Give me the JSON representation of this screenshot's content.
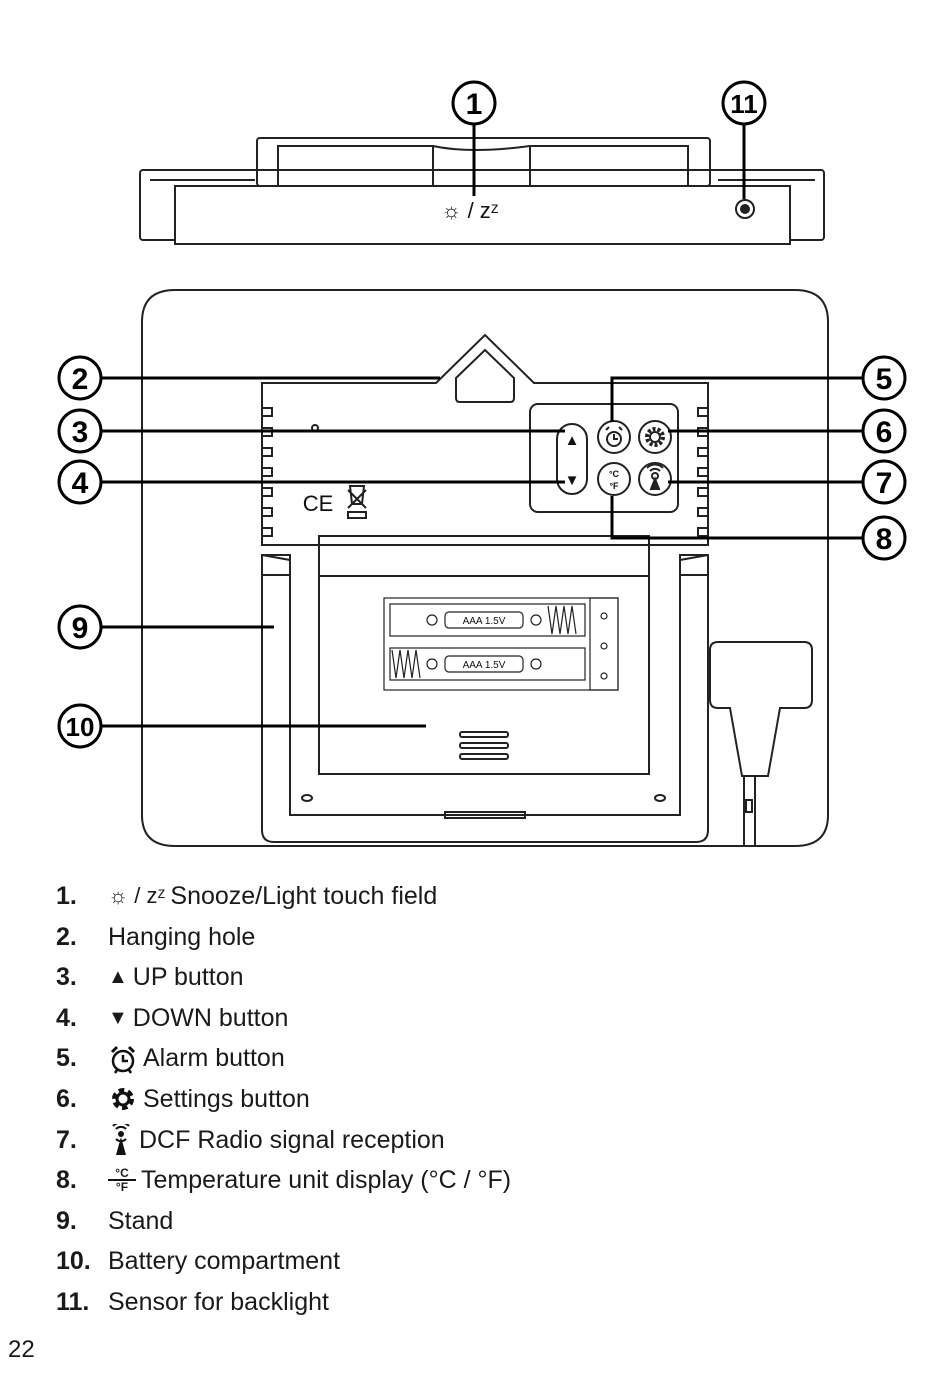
{
  "top_view": {
    "snooze_light_symbol": "☼ / zᶻ"
  },
  "callouts": [
    "1",
    "2",
    "3",
    "4",
    "5",
    "6",
    "7",
    "8",
    "9",
    "10",
    "11"
  ],
  "device_labels": {
    "up_arrow": "▲",
    "down_arrow": "▼",
    "battery_label": "AAA 1.5V",
    "temp_unit_c": "°C",
    "temp_unit_f": "°F",
    "ce_mark": "CE"
  },
  "legend": [
    {
      "number": "1.",
      "icon": "light-snooze-icon",
      "text": "Snooze/Light touch field"
    },
    {
      "number": "2.",
      "icon": "",
      "text": "Hanging hole"
    },
    {
      "number": "3.",
      "icon": "up-triangle-icon",
      "text": "UP button"
    },
    {
      "number": "4.",
      "icon": "down-triangle-icon",
      "text": "DOWN button"
    },
    {
      "number": "5.",
      "icon": "alarm-clock-icon",
      "text": "Alarm button"
    },
    {
      "number": "6.",
      "icon": "gear-icon",
      "text": "Settings button"
    },
    {
      "number": "7.",
      "icon": "radio-tower-icon",
      "text": "DCF Radio signal reception"
    },
    {
      "number": "8.",
      "icon": "temp-unit-icon",
      "text": "Temperature unit display (°C / °F)"
    },
    {
      "number": "9.",
      "icon": "",
      "text": "Stand"
    },
    {
      "number": "10.",
      "icon": "",
      "text": "Battery compartment"
    },
    {
      "number": "11.",
      "icon": "",
      "text": "Sensor for backlight"
    }
  ],
  "legend_symbols": {
    "snooze_light": "☼ / zᶻ",
    "up": "▲",
    "down": "▼",
    "temp_c": "°C",
    "temp_f": "°F"
  },
  "page_number": "22"
}
